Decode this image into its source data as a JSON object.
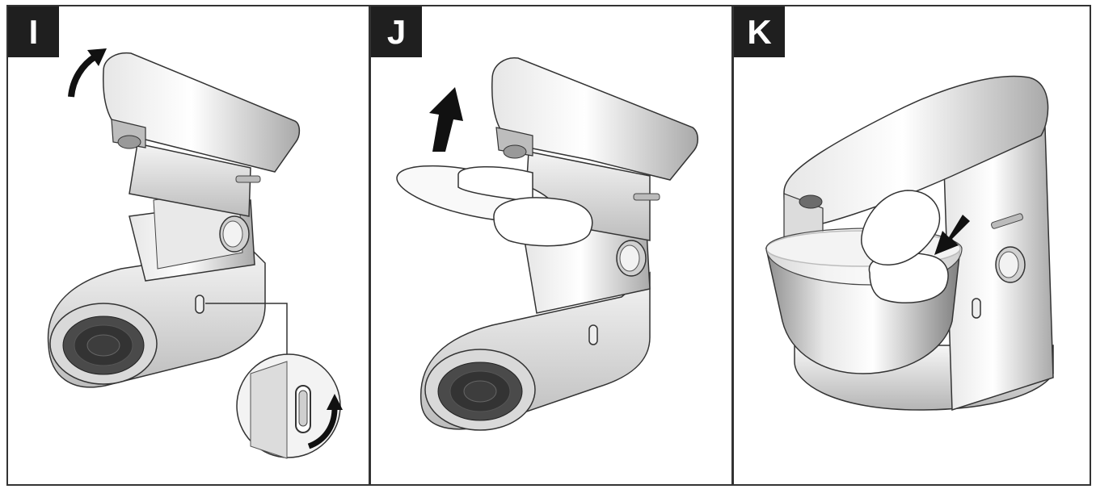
{
  "panels": [
    {
      "step": "I",
      "action": "lift-head-and-release-lever"
    },
    {
      "step": "J",
      "action": "remove-splashguard"
    },
    {
      "step": "K",
      "action": "fit-feed-tube-lid"
    }
  ],
  "colors": {
    "frame": "#333333",
    "badge": "#1f1f1f",
    "metal_light": "#f2f2f2",
    "metal_mid": "#c8c8c8",
    "metal_dark": "#8a8a8a",
    "arrow": "#111111"
  }
}
